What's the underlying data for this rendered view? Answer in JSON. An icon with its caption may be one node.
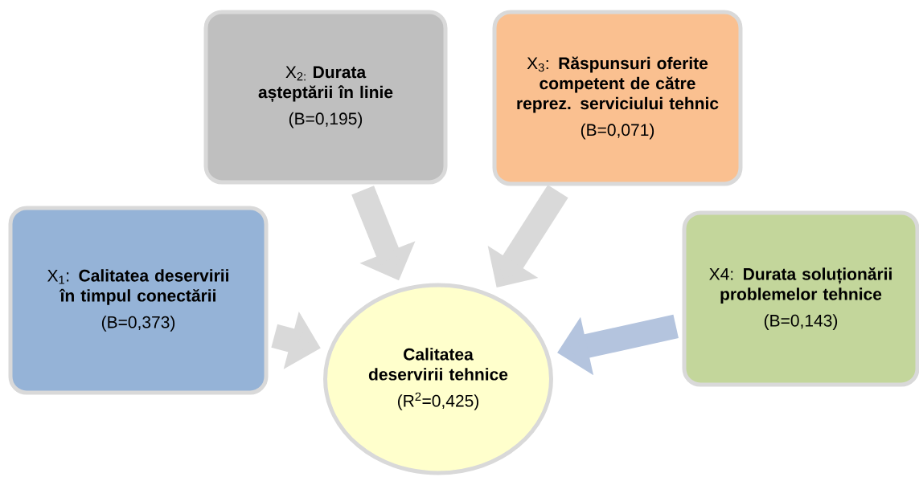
{
  "diagram": {
    "nodes": [
      {
        "text": [
          "X$_{1}$: **Calitatea deservirii în timpul conectării**",
          "(B=0,373)"
        ]
      },
      {
        "text": [
          "X$_{2:}$ **Durata așteptării în linie**",
          "(B=0,195)"
        ]
      },
      {
        "text": [
          "X$_{3}$: **Răspunsuri oferite competent de către reprez. serviciului tehnic**",
          "(B=0,071)"
        ]
      },
      {
        "text": [
          "X4: **Durata soluționării problemelor tehnice**",
          "(B=0,143)"
        ]
      },
      {
        "text": [
          "Calitatea deservirii tehnice",
          "(R$^{2}$=0,425)"
        ]
      }
    ],
    "edges": [
      {
        "from": 0,
        "to": 4,
        "arrow": "to"
      },
      {
        "from": 1,
        "to": 4,
        "arrow": "to"
      },
      {
        "from": 2,
        "to": 4,
        "arrow": "to"
      },
      {
        "from": 3,
        "to": 4,
        "arrow": "to",
        "color": "#b4c4de"
      }
    ]
  }
}
